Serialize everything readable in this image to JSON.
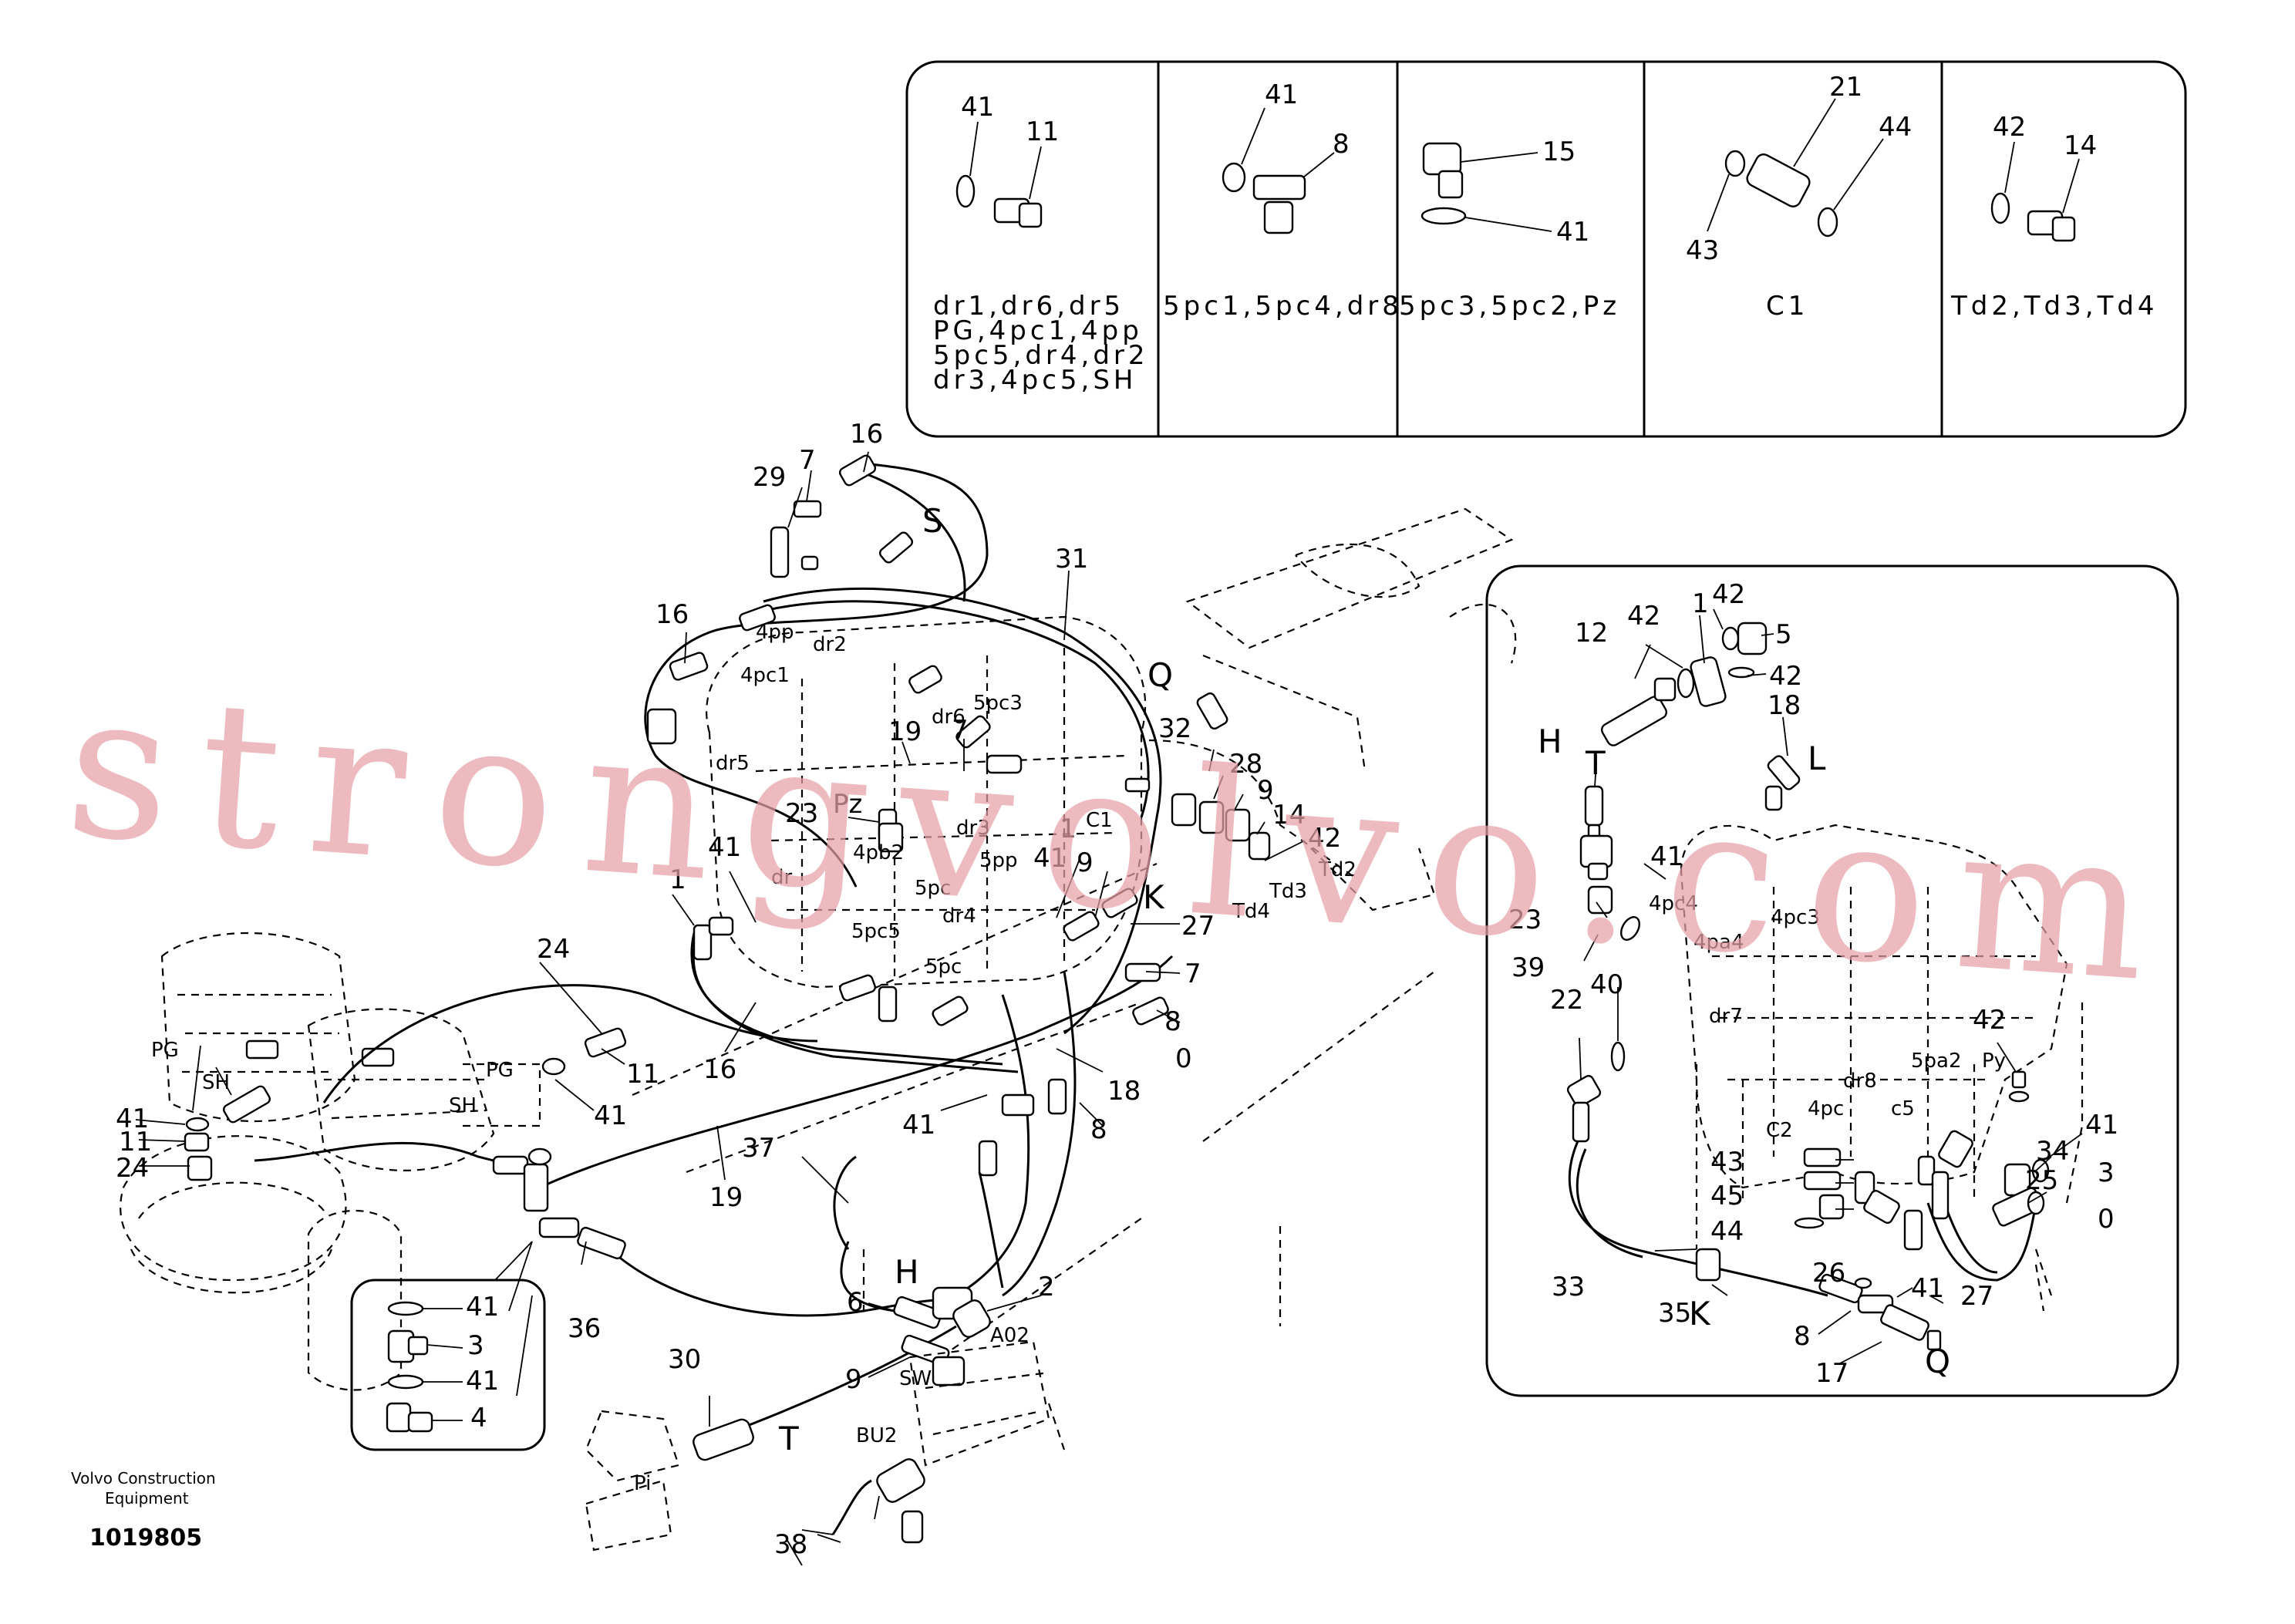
{
  "watermark": "strongvolvo.com",
  "footer": {
    "company_line1": "Volvo Construction",
    "company_line2": "Equipment",
    "drawing_number": "1019805"
  },
  "legend": {
    "cells": [
      {
        "parts": [
          "41",
          "11"
        ],
        "caption": [
          "dr1,dr6,dr5",
          "PG,4pc1,4pp",
          "5pc5,dr4,dr2",
          "dr3,4pc5,SH"
        ]
      },
      {
        "parts": [
          "41",
          "8"
        ],
        "caption": [
          "5pc1,5pc4,dr8"
        ]
      },
      {
        "parts": [
          "15",
          "41"
        ],
        "caption": [
          "5pc3,5pc2,Pz"
        ]
      },
      {
        "parts": [
          "21",
          "44",
          "43"
        ],
        "caption": [
          "C1"
        ]
      },
      {
        "parts": [
          "42",
          "14"
        ],
        "caption": [
          "Td2,Td3,Td4"
        ]
      }
    ]
  },
  "main_callouts": [
    "16",
    "29",
    "7",
    "S",
    "31",
    "16",
    "4pp",
    "4pc1",
    "dr2",
    "dr6",
    "5pc3",
    "dr5",
    "Q",
    "32",
    "28",
    "9",
    "14",
    "42",
    "Td2",
    "Td3",
    "Td4",
    "19",
    "7",
    "23",
    "Pz",
    "4pb2",
    "dr3",
    "5pp",
    "41",
    "9",
    "1",
    "C1",
    "K",
    "27",
    "7",
    "8",
    "0",
    "18",
    "41",
    "1",
    "dr",
    "5pc",
    "5pc5",
    "dr4",
    "5pc",
    "24",
    "PG",
    "SH",
    "41",
    "11",
    "24",
    "11",
    "41",
    "PG",
    "SH",
    "16",
    "41",
    "8",
    "19",
    "37",
    "H",
    "6",
    "2",
    "A02",
    "9",
    "SW",
    "30",
    "T",
    "BU2",
    "38",
    "Pi",
    "36",
    "41",
    "3",
    "41",
    "4"
  ],
  "inset_callouts": [
    "12",
    "42",
    "1",
    "42",
    "5",
    "42",
    "H",
    "18",
    "L",
    "T",
    "41",
    "23",
    "4pc4",
    "4pa4",
    "4pc3",
    "39",
    "22",
    "40",
    "dr7",
    "42",
    "5pa2",
    "Py",
    "dr8",
    "4pc",
    "c5",
    "C2",
    "43",
    "45",
    "44",
    "41",
    "34",
    "3",
    "25",
    "0",
    "26",
    "27",
    "33",
    "35",
    "K",
    "41",
    "8",
    "17",
    "Q"
  ]
}
